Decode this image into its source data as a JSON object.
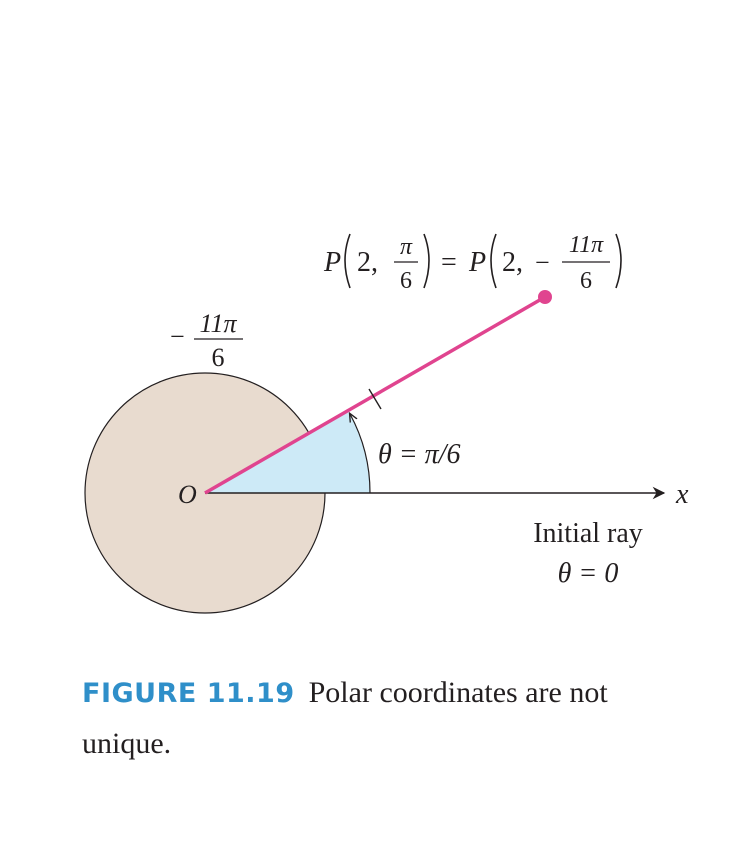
{
  "point_label": {
    "p1": "P",
    "r1": "2,",
    "num1": "π",
    "den1": "6",
    "eq": "=",
    "p2": "P",
    "r2": "2,",
    "minus": "−",
    "num2": "11π",
    "den2": "6"
  },
  "neg_angle_label": {
    "minus": "−",
    "num": "11π",
    "den": "6"
  },
  "angle_label": "θ = π/6",
  "origin_label": "O",
  "x_axis_label": "x",
  "initial_ray": {
    "line1": "Initial ray",
    "line2": "θ = 0"
  },
  "caption": {
    "label": "FIGURE 11.19",
    "text": "Polar coordinates are not unique."
  },
  "colors": {
    "ray": "#e0448f",
    "wedge": "#cdeaf7",
    "disk": "#e8dbcf",
    "caption_label": "#2f8fc9",
    "ink": "#231f20"
  }
}
